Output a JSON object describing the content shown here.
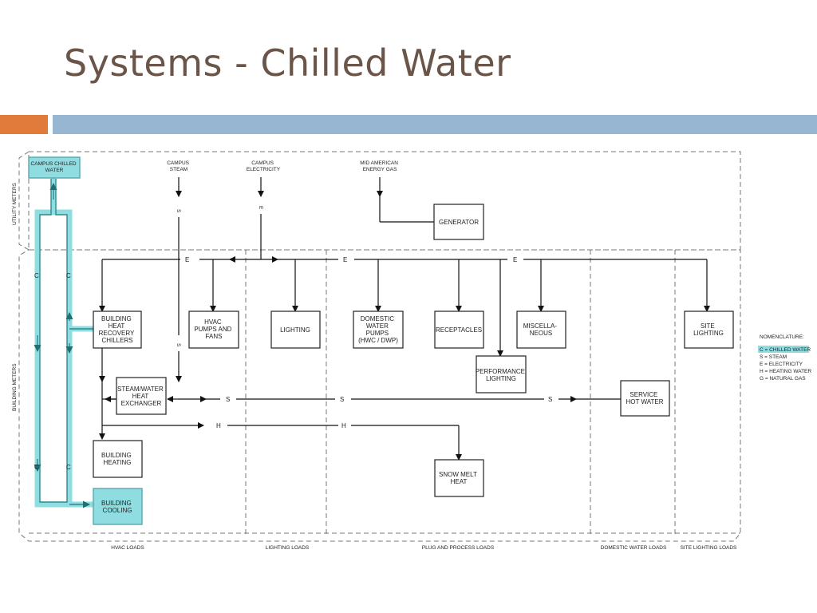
{
  "slide": {
    "title": "Systems - Chilled Water"
  },
  "row_labels": {
    "utility": "UTILITY METERS",
    "building": "BUILDING METERS"
  },
  "sources": {
    "campus_chilled_water": "CAMPUS CHILLED WATER",
    "campus_steam": "CAMPUS STEAM",
    "campus_electricity": "CAMPUS ELECTRICITY",
    "gas": "MID AMERICAN ENERGY GAS"
  },
  "boxes": {
    "generator": "GENERATOR",
    "heat_recovery_chillers": "BUILDING HEAT RECOVERY CHILLERS",
    "hvac_pumps": "HVAC PUMPS AND FANS",
    "lighting": "LIGHTING",
    "domestic_water_pumps": "DOMESTIC WATER PUMPS (HWC / DWP)",
    "receptacles": "RECEPTACLES",
    "miscellaneous": "MISCELLA-NEOUS",
    "site_lighting": "SITE LIGHTING",
    "performance_lighting": "PERFORMANCE LIGHTING",
    "steam_water_hx": "STEAM/WATER HEAT EXCHANGER",
    "service_hot_water": "SERVICE HOT WATER",
    "building_heating": "BUILDING HEATING",
    "snow_melt_heat": "SNOW MELT HEAT",
    "building_cooling": "BUILDING COOLING"
  },
  "line_letters": {
    "chilled": "C",
    "steam": "S",
    "electric": "E",
    "heating": "H"
  },
  "nomenclature": {
    "heading": "NOMENCLATURE:",
    "items": [
      "C = CHILLED WATER",
      "S = STEAM",
      "E = ELECTRICITY",
      "H = HEATING WATER",
      "G = NATURAL GAS"
    ]
  },
  "load_categories": [
    "HVAC LOADS",
    "LIGHTING LOADS",
    "PLUG AND PROCESS LOADS",
    "DOMESTIC WATER LOADS",
    "SITE LIGHTING LOADS"
  ],
  "colors": {
    "title": "#6b5549",
    "accent_orange": "#e07b39",
    "accent_blue": "#97b6d2",
    "chilled_water": "#8fdde0"
  }
}
